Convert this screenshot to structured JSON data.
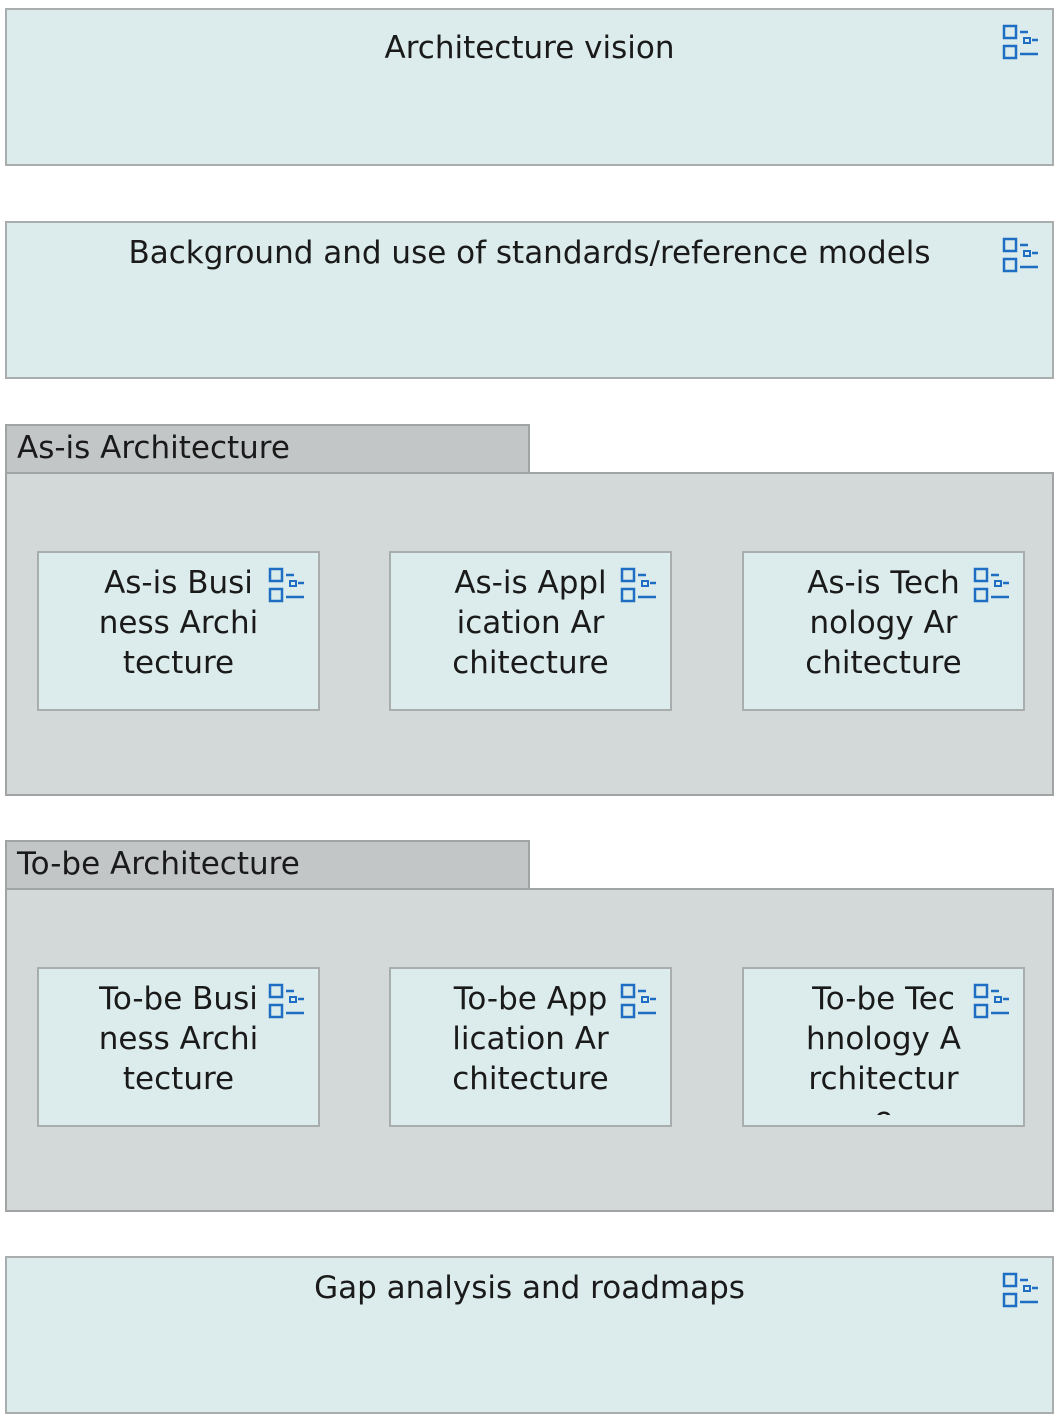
{
  "top_elements": [
    {
      "label": "Architecture vision",
      "icon": "element-list-icon"
    },
    {
      "label": "Background and use of standards/reference models",
      "icon": "element-list-icon"
    }
  ],
  "packages": [
    {
      "label": "As-is Architecture",
      "children": [
        {
          "label": "As-is Business Architecture",
          "icon": "element-list-icon"
        },
        {
          "label": "As-is Application Architecture",
          "icon": "element-list-icon"
        },
        {
          "label": "As-is Technology Architecture",
          "icon": "element-list-icon"
        }
      ]
    },
    {
      "label": "To-be Architecture",
      "children": [
        {
          "label": "To-be Business Architecture",
          "icon": "element-list-icon"
        },
        {
          "label": "To-be Application Architecture",
          "icon": "element-list-icon"
        },
        {
          "label": "To-be Technology Architecture",
          "icon": "element-list-icon"
        }
      ]
    }
  ],
  "bottom_element": {
    "label": "Gap analysis and roadmaps",
    "icon": "element-list-icon"
  },
  "colors": {
    "element_fill": "#dcebeb",
    "package_fill": "#d3d8d9",
    "icon_blue": "#1e6fc4"
  }
}
